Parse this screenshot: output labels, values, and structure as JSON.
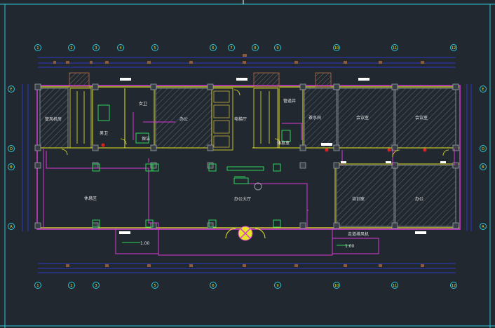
{
  "colors": {
    "background": "#212830",
    "cyan": "#2ec7d6",
    "blue": "#2e36c8",
    "yellow": "#e6e627",
    "magenta": "#d63ad6",
    "green": "#2fd65a",
    "hatch": "#9aa0a8",
    "red": "#e02020",
    "white": "#ffffff",
    "brown": "#8a5a3c"
  },
  "axis_labels_top": [
    "1",
    "2",
    "3",
    "4",
    "5",
    "6",
    "7",
    "8",
    "9",
    "10",
    "11",
    "12"
  ],
  "axis_labels_bottom": [
    "1",
    "2",
    "3",
    "5",
    "6",
    "9",
    "10",
    "11",
    "12"
  ],
  "row_labels": [
    "E",
    "D",
    "B",
    "A"
  ],
  "rooms": {
    "equipment_room": "管风机房",
    "female_toilet": "女卫",
    "male_toilet": "男卫",
    "cleaning": "保洁",
    "office_left": "办公",
    "elevator_hall": "电梯厅",
    "pipe_well": "管道井",
    "pantry": "茶水间",
    "lounge": "休息室",
    "meeting_room_1": "会议室",
    "meeting_room_2": "会议室",
    "training_room": "培训室",
    "office_right": "办公",
    "rest_area": "休息区",
    "office_hall": "办公大厅",
    "corridor_label": "走道排风机",
    "note_left": "1.00",
    "note_right": "1.00"
  }
}
